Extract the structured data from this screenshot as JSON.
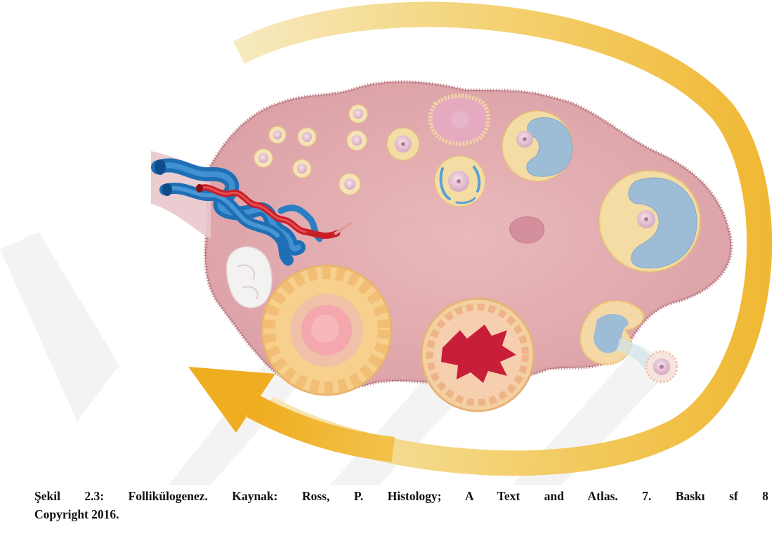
{
  "figure": {
    "subject": "folliculogenesis-ovary-illustration",
    "colors": {
      "ovary_fill": "#e6aeb2",
      "ovary_border": "#c98e93",
      "cycle_arrow": "#f1bb2e",
      "granulosa": "#f6dfae",
      "antrum": "#9dbcd6",
      "vein": "#2a7fc4",
      "artery": "#d9242b",
      "corpus_luteum": "#f4cc86",
      "corpus_albicans": "#f2f2f2",
      "watermark": "#ececec"
    }
  },
  "caption": {
    "line1": "Şekil 2.3: Follikülogenez. Kaynak: Ross, P. Histology; A Text and Atlas. 7. Baskı sf 8",
    "line2": "Copyright 2016."
  }
}
